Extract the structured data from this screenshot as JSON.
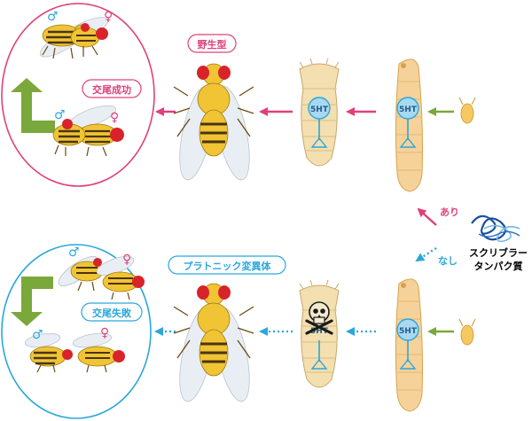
{
  "labels": {
    "wild_type": "野生型",
    "mating_success": "交尾成功",
    "mutant": "プラトニック変異体",
    "mating_failure": "交尾失敗",
    "with": "あり",
    "without": "なし",
    "protein_line1": "スクリブラー",
    "protein_line2": "タンパク質",
    "serotonin": "5HT",
    "male": "♂",
    "female": "♀"
  },
  "colors": {
    "magenta": "#e0407a",
    "cyan": "#2aa7dc",
    "green": "#7aa83a",
    "larva_body": "#f5d29a",
    "pupa_body": "#f3dfb0",
    "fly_body": "#f0c434",
    "fly_eye": "#d8232a",
    "neuron": "#2aa7dc"
  }
}
